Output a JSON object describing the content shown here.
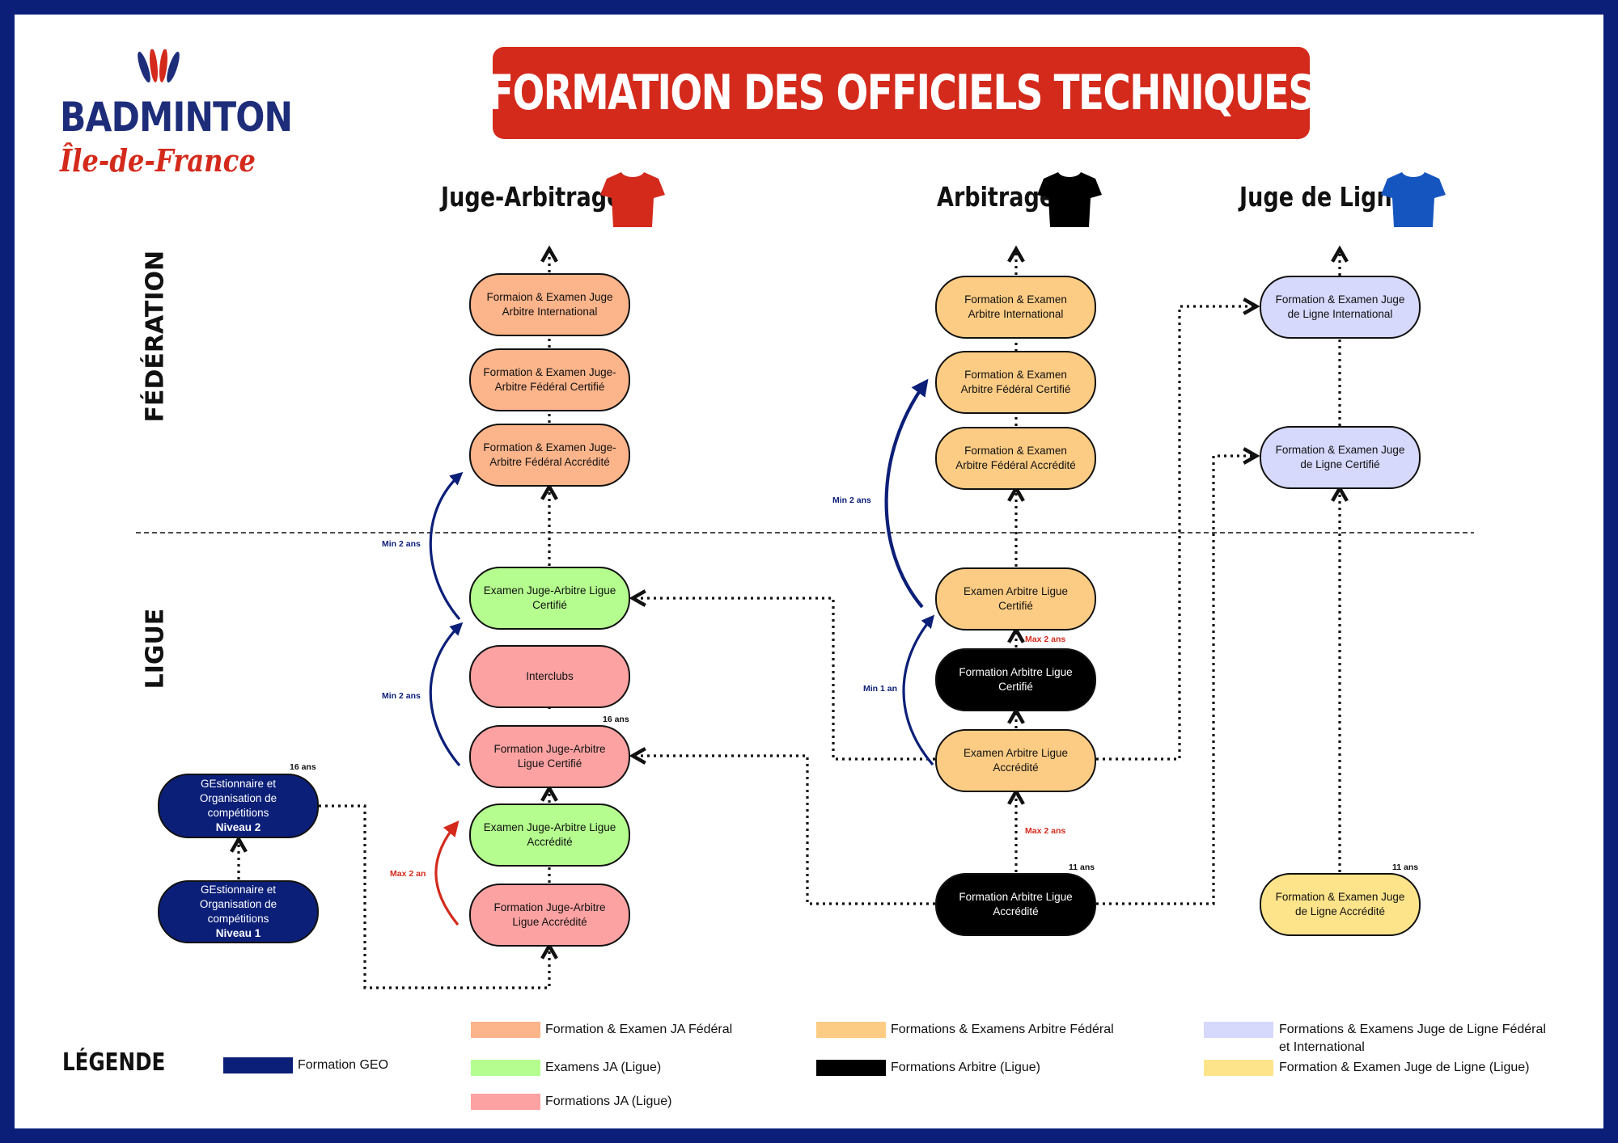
{
  "title": "FORMATION DES OFFICIELS TECHNIQUES",
  "logo": {
    "word": "BADMINTON",
    "region": "Île-de-France"
  },
  "columns": {
    "ja": {
      "label": "Juge-Arbitrage",
      "shirt_color": "#d42a1c"
    },
    "arb": {
      "label": "Arbitrage",
      "shirt_color": "#000000"
    },
    "jl": {
      "label": "Juge de Ligne",
      "shirt_color": "#1555c0"
    }
  },
  "levels": {
    "federation": "FÉDÉRATION",
    "ligue": "LIGUE"
  },
  "nodes": {
    "ja_int": "Formaion & Examen Juge Arbitre International",
    "ja_fed_cert": "Formation & Examen Juge-Arbitre Fédéral Certifié",
    "ja_fed_acc": "Formation & Examen Juge-Arbitre Fédéral Accrédité",
    "ja_ex_cert": "Examen Juge-Arbitre Ligue Certifié",
    "interclubs": "Interclubs",
    "ja_form_cert": "Formation Juge-Arbitre Ligue Certifié",
    "ja_ex_acc": "Examen Juge-Arbitre Ligue Accrédité",
    "ja_form_acc": "Formation Juge-Arbitre Ligue Accrédité",
    "arb_int": "Formation & Examen Arbitre International",
    "arb_fed_cert": "Formation & Examen Arbitre Fédéral Certifié",
    "arb_fed_acc": "Formation & Examen Arbitre Fédéral Accrédité",
    "arb_ex_cert": "Examen Arbitre Ligue Certifié",
    "arb_form_cert": "Formation Arbitre Ligue Certifié",
    "arb_ex_acc": "Examen Arbitre Ligue Accrédité",
    "arb_form_acc": "Formation Arbitre Ligue Accrédité",
    "jl_int": "Formation & Examen Juge de Ligne International",
    "jl_cert": "Formation & Examen Juge de Ligne Certifié",
    "jl_acc": "Formation & Examen Juge de Ligne Accrédité",
    "geo2_text": "GEstionnaire et Organisation de compétitions",
    "geo2_level": "Niveau 2",
    "geo1_text": "GEstionnaire et Organisation de compétitions",
    "geo1_level": "Niveau 1"
  },
  "notes": {
    "ja_min2_top": "Min 2 ans",
    "ja_min2_bot": "Min 2 ans",
    "ja_max2": "Max 2 an",
    "ja_age": "16 ans",
    "geo_age": "16 ans",
    "arb_min2": "Min 2 ans",
    "arb_min1": "Min 1 an",
    "arb_max2_top": "Max 2 ans",
    "arb_max2_bot": "Max 2 ans",
    "arb_age": "11 ans",
    "jl_age": "11 ans"
  },
  "legend": {
    "title": "LÉGENDE",
    "items": [
      {
        "label": "Formation GEO",
        "color": "#0c1f78"
      },
      {
        "label": "Formation & Examen JA Fédéral",
        "color": "#fcb48a"
      },
      {
        "label": "Examens JA (Ligue)",
        "color": "#b4fd8e"
      },
      {
        "label": "Formations JA (Ligue)",
        "color": "#fda2a2"
      },
      {
        "label": "Formations & Examens Arbitre Fédéral",
        "color": "#fdcc84"
      },
      {
        "label": "Formations Arbitre (Ligue)",
        "color": "#000000"
      },
      {
        "label": "Formations & Examens Juge de Ligne Fédéral et International",
        "color": "#d6d8fc"
      },
      {
        "label": "Formation & Examen Juge de Ligne (Ligue)",
        "color": "#fde48a"
      }
    ]
  }
}
